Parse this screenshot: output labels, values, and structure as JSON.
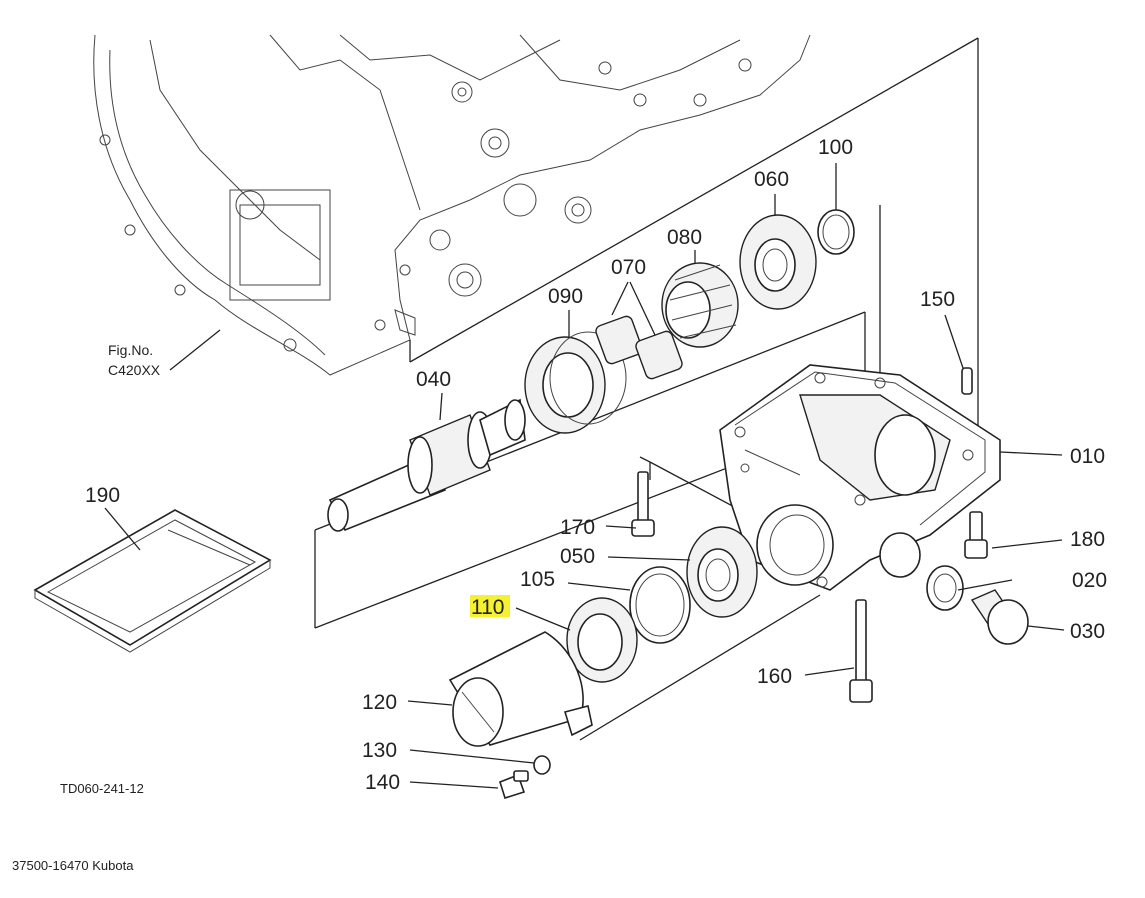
{
  "fig_ref": {
    "line1": "Fig.No.",
    "line2": "C420XX"
  },
  "drawing_code": "TD060-241-12",
  "footer": "37500-16470 Kubota",
  "highlight_color": "#f5f030",
  "parts": {
    "p010": "010",
    "p020": "020",
    "p030": "030",
    "p040": "040",
    "p050": "050",
    "p060": "060",
    "p070": "070",
    "p080": "080",
    "p090": "090",
    "p100": "100",
    "p105": "105",
    "p110": "110",
    "p120": "120",
    "p130": "130",
    "p140": "140",
    "p150": "150",
    "p160": "160",
    "p170": "170",
    "p180": "180",
    "p190": "190"
  }
}
